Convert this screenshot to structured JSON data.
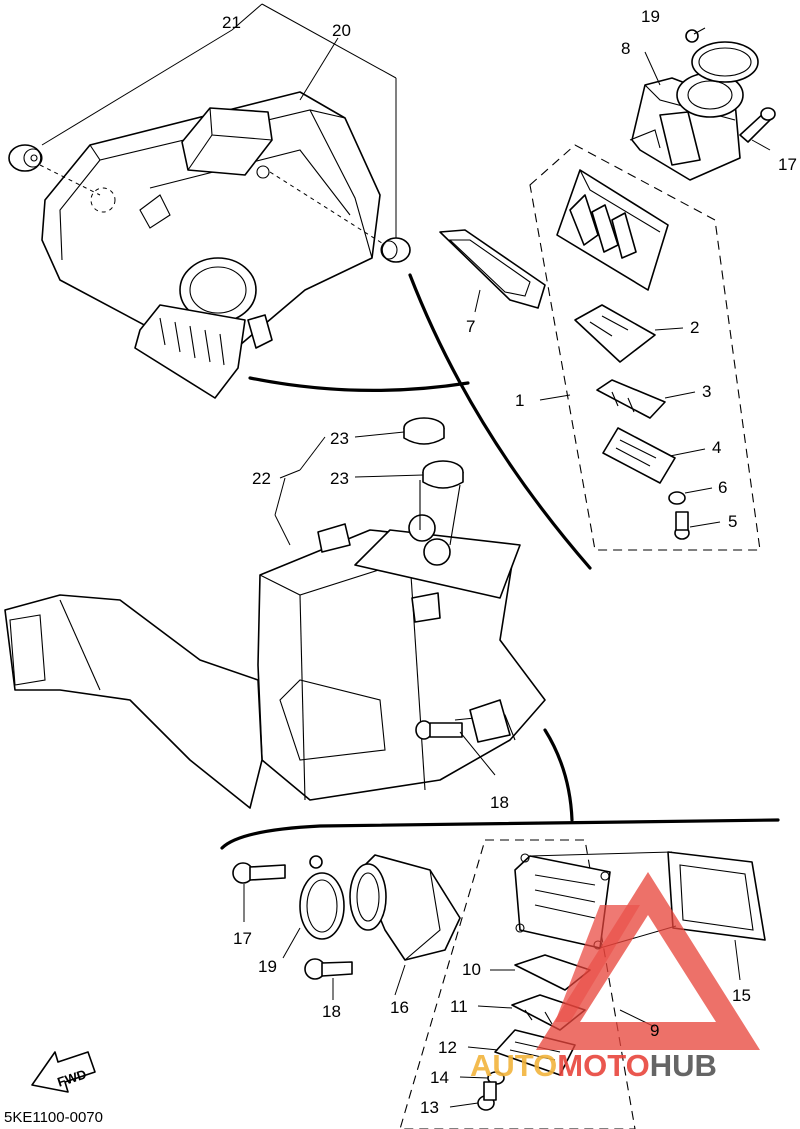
{
  "diagram_code": "5KE1100-0070",
  "fwd_label": "FWD",
  "watermark": {
    "part1": "AUTO",
    "part2": "MOTO",
    "part3": "HUB",
    "color_red": "#e8453c",
    "color_gray": "#555555"
  },
  "callouts": {
    "c1": "1",
    "c2": "2",
    "c3": "3",
    "c4": "4",
    "c5": "5",
    "c6": "6",
    "c7": "7",
    "c8": "8",
    "c9": "9",
    "c10": "10",
    "c11": "11",
    "c12": "12",
    "c13": "13",
    "c14": "14",
    "c15": "15",
    "c16": "16",
    "c17a": "17",
    "c17b": "17",
    "c18a": "18",
    "c18b": "18",
    "c19a": "19",
    "c19b": "19",
    "c20": "20",
    "c21": "21",
    "c22": "22",
    "c23a": "23",
    "c23b": "23"
  }
}
